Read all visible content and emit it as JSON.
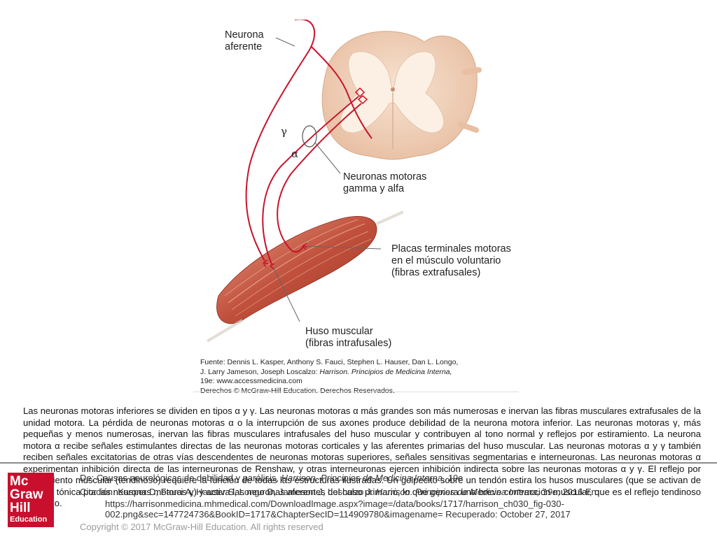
{
  "figure": {
    "labels": {
      "afferent": [
        "Neurona",
        "aferente"
      ],
      "gamma": "γ",
      "alpha": "α",
      "motor_neurons": [
        "Neuronas motoras",
        "gamma y alfa"
      ],
      "end_plates": [
        "Placas terminales motoras",
        "en el músculo voluntario",
        "(fibras extrafusales)"
      ],
      "spindle": [
        "Huso muscular",
        "(fibras intrafusales)"
      ]
    },
    "source": {
      "line1_a": "Fuente: Dennis L. Kasper, Anthony S. Fauci, Stephen L. Hauser, Dan L. Longo,",
      "line2_a": "J. Larry Jameson, Joseph Loscalzo: ",
      "line2_b": "Harrison. Principios de Medicina Interna,",
      "line3": "19e: www.accessmedicina.com",
      "line4": "Derechos © McGraw-Hill Education. Derechos Reservados."
    }
  },
  "body_text": "Las neuronas motoras inferiores se dividen en tipos α y γ. Las neuronas motoras α más grandes son más numerosas e inervan las fibras musculares extrafusales de la unidad motora. La pérdida de neuronas motoras α o la interrupción de sus axones produce debilidad de la neurona motora inferior. Las neuronas motoras γ, más pequeñas y menos numerosas, inervan las fibras musculares intrafusales del huso muscular y contribuyen al tono normal y reflejos por estiramiento. La neurona motora α recibe señales estimulantes directas de las neuronas motoras corticales y las aferentes primarias del huso muscular. Las neuronas motoras α y γ también reciben señales excitatorias de otras vías descendentes de neuronas motoras superiores, señales sensitivas segmentarias e interneuronas. Las neuronas motoras α experimentan inhibición directa de las interneuronas de Renshaw, y otras interneuronas ejercen inhibición indirecta sobre las neuronas motoras α y γ. El reflejo por estiramiento muscular (tendinoso) requiere la función de todas las estructuras ilustradas. Un golpecito sobre un tendón estira los husos musculares (que se activan de manera tónica por las neuronas motoras γ) y activa las neuronas aferentes del huso primario, lo que genera una breve contracción muscular, que es el reflejo tendinoso conocido.",
  "citation": {
    "from_a": "De: Causas neurológicas de debilidad y parálisis, ",
    "from_b": "Harrison. Principios de Medicina Interna, 19e",
    "cite_a": "Citación: Kasper D, Fauci A, Hauser S, Longo D, Jameson J, Loscalzo J. ",
    "cite_b": "Harrison. Principios de Medicina Interna, 19e",
    "cite_c": "; 2016 En:",
    "url1": "https://harrisonmedicina.mhmedical.com/DownloadImage.aspx?image=/data/books/1717/harrison_ch030_fig-030-",
    "url2": "002.png&sec=147724736&BookID=1717&ChapterSecID=114909780&imagename= Recuperado: October 27, 2017"
  },
  "copyright": "Copyright © 2017 McGraw-Hill Education. All rights reserved",
  "logo": [
    "Mc",
    "Graw",
    "Hill",
    "Education"
  ],
  "colors": {
    "nerve": "#c8142c",
    "logo_red": "#c8102e",
    "cord": "#f3d9c4",
    "gray_matter": "#f8ecdc",
    "muscle": "#c0503c"
  }
}
